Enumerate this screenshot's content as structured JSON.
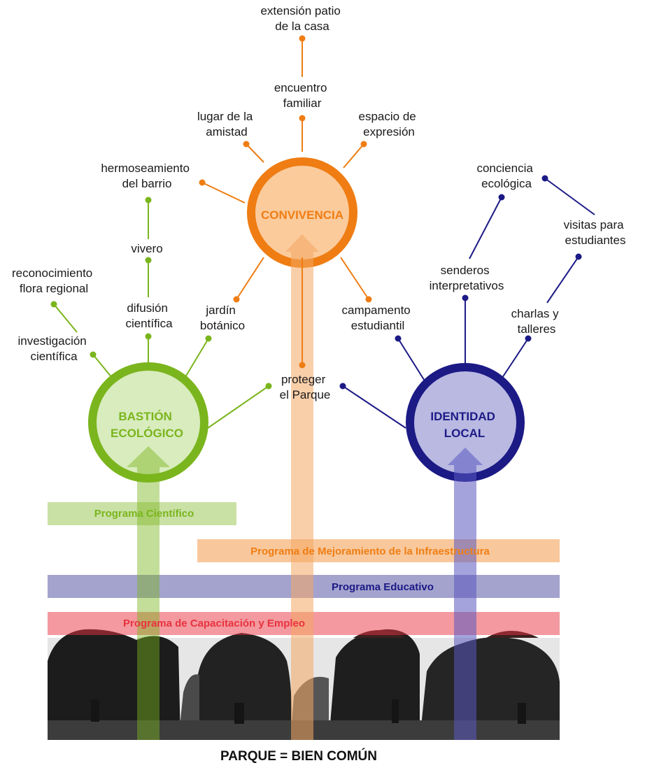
{
  "colors": {
    "green": "#7ab51d",
    "green_fill": "#c5e09a",
    "orange": "#ef7d13",
    "orange_fill": "#fbcb9c",
    "navy": "#1c1a85",
    "navy_fill": "#a9a9dc",
    "red_band": "#f38b94",
    "red_text": "#e8333f"
  },
  "hubs": {
    "convivencia": [
      "CONVIVENCIA"
    ],
    "bastion": [
      "BASTIÓN",
      "ECOLÓGICO"
    ],
    "identidad": [
      "IDENTIDAD",
      "LOCAL"
    ]
  },
  "nodes": {
    "extension": [
      "extensión patio",
      "de la casa"
    ],
    "encuentro": [
      "encuentro",
      "familiar"
    ],
    "amistad": [
      "lugar de la",
      "amistad"
    ],
    "expresion": [
      "espacio de",
      "expresión"
    ],
    "hermoseamiento": [
      "hermoseamiento",
      "del barrio"
    ],
    "vivero": [
      "vivero"
    ],
    "reconocimiento": [
      "reconocimiento",
      "flora regional"
    ],
    "difusion": [
      "difusión",
      "científica"
    ],
    "jardin": [
      "jardín",
      "botánico"
    ],
    "investigacion": [
      "investigación",
      "científica"
    ],
    "campamento": [
      "campamento",
      "estudiantil"
    ],
    "proteger": [
      "proteger",
      "el Parque"
    ],
    "conciencia": [
      "conciencia",
      "ecológica"
    ],
    "visitas": [
      "visitas para",
      "estudiantes"
    ],
    "senderos": [
      "senderos",
      "interpretativos"
    ],
    "charlas": [
      "charlas y",
      "talleres"
    ]
  },
  "programs": {
    "cientifico": "Programa  Científico",
    "infraestructura": "Programa de Mejoramiento de la Infraestructura",
    "educativo": "Programa Educativo",
    "capacitacion": "Programa de Capacitación y Empleo"
  },
  "footer": "PARQUE = BIEN COMÚN"
}
